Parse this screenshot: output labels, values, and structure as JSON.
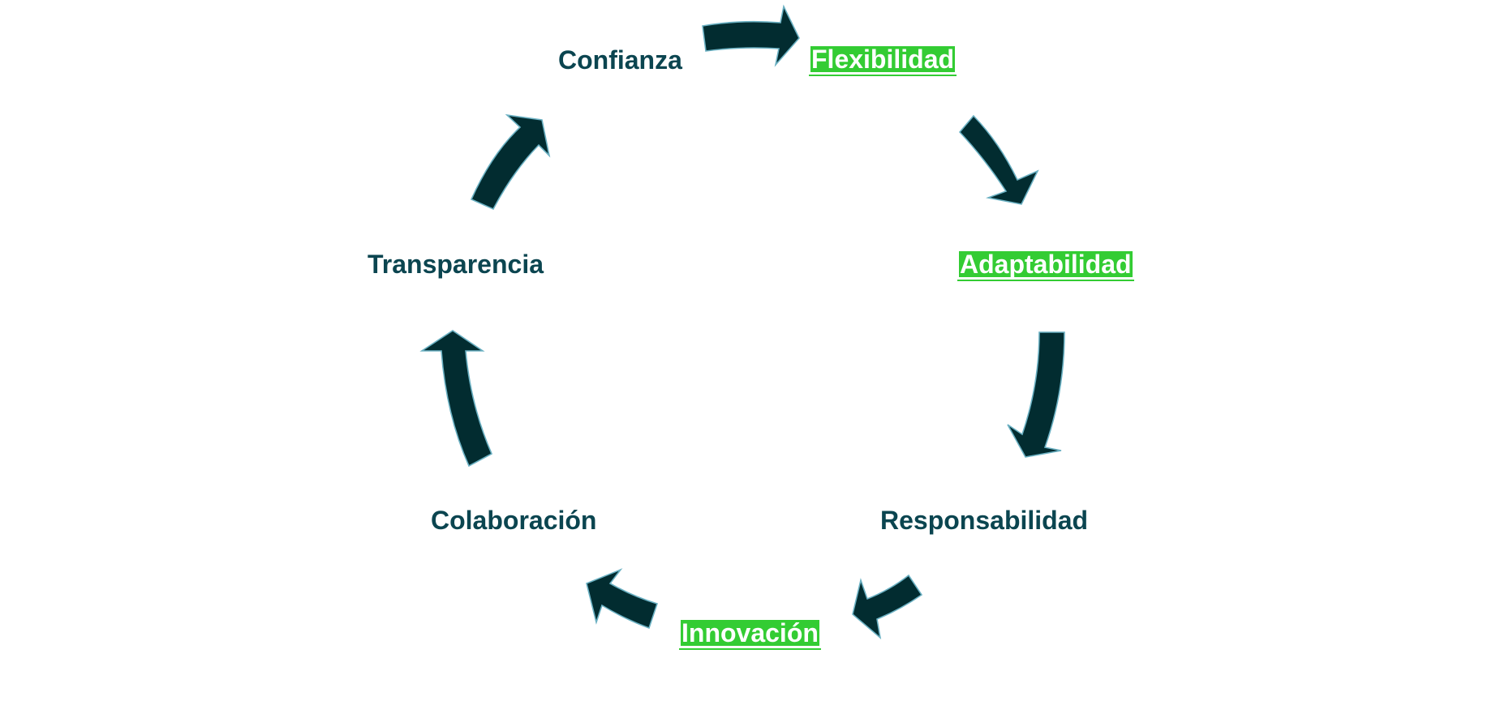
{
  "colors": {
    "background": "#FFFFFF",
    "label_text": "#0B4550",
    "highlight_bg": "#33CC33",
    "highlight_text": "#FFFFFF",
    "arrow_fill": "#022C30",
    "arrow_stroke": "#6AB0C2"
  },
  "cycle": {
    "nodes": [
      {
        "id": "confianza",
        "label": "Confianza",
        "highlighted": false
      },
      {
        "id": "flexibilidad",
        "label": "Flexibilidad",
        "highlighted": true
      },
      {
        "id": "adaptabilidad",
        "label": "Adaptabilidad",
        "highlighted": true
      },
      {
        "id": "responsabilidad",
        "label": "Responsabilidad",
        "highlighted": false
      },
      {
        "id": "innovacion",
        "label": "Innovación",
        "highlighted": true
      },
      {
        "id": "colaboracion",
        "label": "Colaboración",
        "highlighted": false
      },
      {
        "id": "transparencia",
        "label": "Transparencia",
        "highlighted": false
      }
    ],
    "edges": [
      {
        "from": "Confianza",
        "to": "Flexibilidad"
      },
      {
        "from": "Flexibilidad",
        "to": "Adaptabilidad"
      },
      {
        "from": "Adaptabilidad",
        "to": "Responsabilidad"
      },
      {
        "from": "Responsabilidad",
        "to": "Innovación"
      },
      {
        "from": "Innovación",
        "to": "Colaboración"
      },
      {
        "from": "Colaboración",
        "to": "Transparencia"
      },
      {
        "from": "Transparencia",
        "to": "Confianza"
      }
    ],
    "direction": "clockwise"
  }
}
